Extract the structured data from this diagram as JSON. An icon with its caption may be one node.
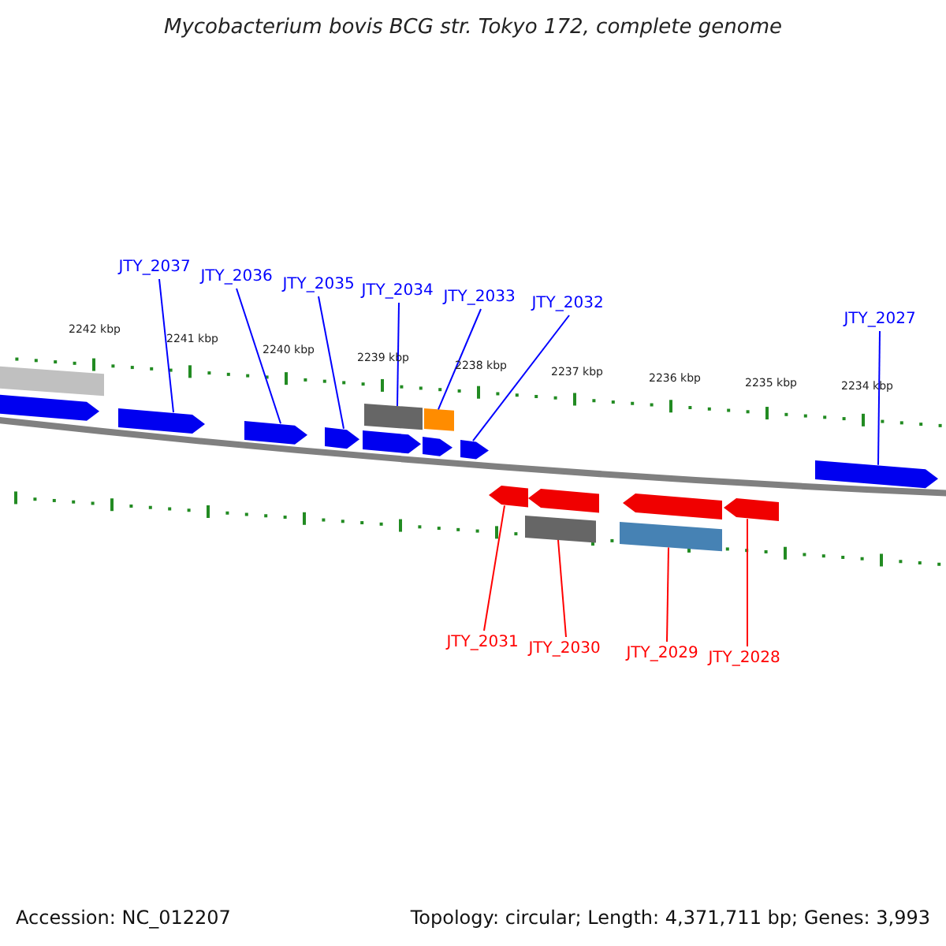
{
  "diagram": {
    "title": "Mycobacterium bovis BCG str. Tokyo 172, complete genome",
    "nodes": [
      {
        "text": [
          "JTY_2037"
        ]
      },
      {
        "text": [
          "JTY_2036"
        ]
      },
      {
        "text": [
          "JTY_2035"
        ]
      },
      {
        "text": [
          "JTY_2034"
        ]
      },
      {
        "text": [
          "JTY_2033"
        ]
      },
      {
        "text": [
          "JTY_2032"
        ]
      },
      {
        "text": [
          "JTY_2027"
        ]
      },
      {
        "text": [
          "JTY_2031"
        ]
      },
      {
        "text": [
          "JTY_2030"
        ]
      },
      {
        "text": [
          "JTY_2029"
        ]
      },
      {
        "text": [
          "JTY_2028"
        ]
      },
      {
        "text": [],
        "shape": "bar"
      },
      {
        "text": [],
        "shape": "arrow"
      },
      {
        "text": [],
        "shape": "arrow"
      },
      {
        "text": [],
        "shape": "arrow"
      },
      {
        "text": [],
        "shape": "arrow"
      },
      {
        "text": [],
        "shape": "arrow"
      },
      {
        "text": [],
        "shape": "bar"
      },
      {
        "text": [],
        "shape": "arrow"
      },
      {
        "text": [],
        "shape": "bar"
      },
      {
        "text": [],
        "shape": "arrow"
      },
      {
        "text": [],
        "shape": "arrow"
      },
      {
        "text": [],
        "shape": "bar"
      },
      {
        "text": [],
        "shape": "arrow"
      },
      {
        "text": [],
        "shape": "bar"
      },
      {
        "text": [],
        "shape": "arrow"
      },
      {
        "text": [],
        "shape": "arrow"
      },
      {
        "text": [],
        "shape": "arrow"
      }
    ],
    "edges": [
      {
        "from": 0,
        "to": 13,
        "arrow": "none"
      },
      {
        "from": 1,
        "to": 14,
        "arrow": "none"
      },
      {
        "from": 2,
        "to": 15,
        "arrow": "none"
      },
      {
        "from": 3,
        "to": 17,
        "arrow": "none"
      },
      {
        "from": 4,
        "to": 19,
        "arrow": "none"
      },
      {
        "from": 5,
        "to": 20,
        "arrow": "none"
      },
      {
        "from": 6,
        "to": 27,
        "arrow": "none"
      },
      {
        "from": 7,
        "to": 21,
        "arrow": "none",
        "color": "#ff0000"
      },
      {
        "from": 8,
        "to": 22,
        "arrow": "none",
        "color": "#ff0000"
      },
      {
        "from": 9,
        "to": 24,
        "arrow": "none",
        "color": "#ff0000"
      },
      {
        "from": 10,
        "to": 26,
        "arrow": "none",
        "color": "#ff0000"
      }
    ],
    "labels": [
      "2242 kbp",
      "2241 kbp",
      "2240 kbp",
      "2239 kbp",
      "2238 kbp",
      "2237 kbp",
      "2236 kbp",
      "2235 kbp",
      "2234 kbp",
      "Accession: NC_012207",
      "Topology: circular; Length: 4,371,711 bp; Genes: 3,993"
    ]
  }
}
